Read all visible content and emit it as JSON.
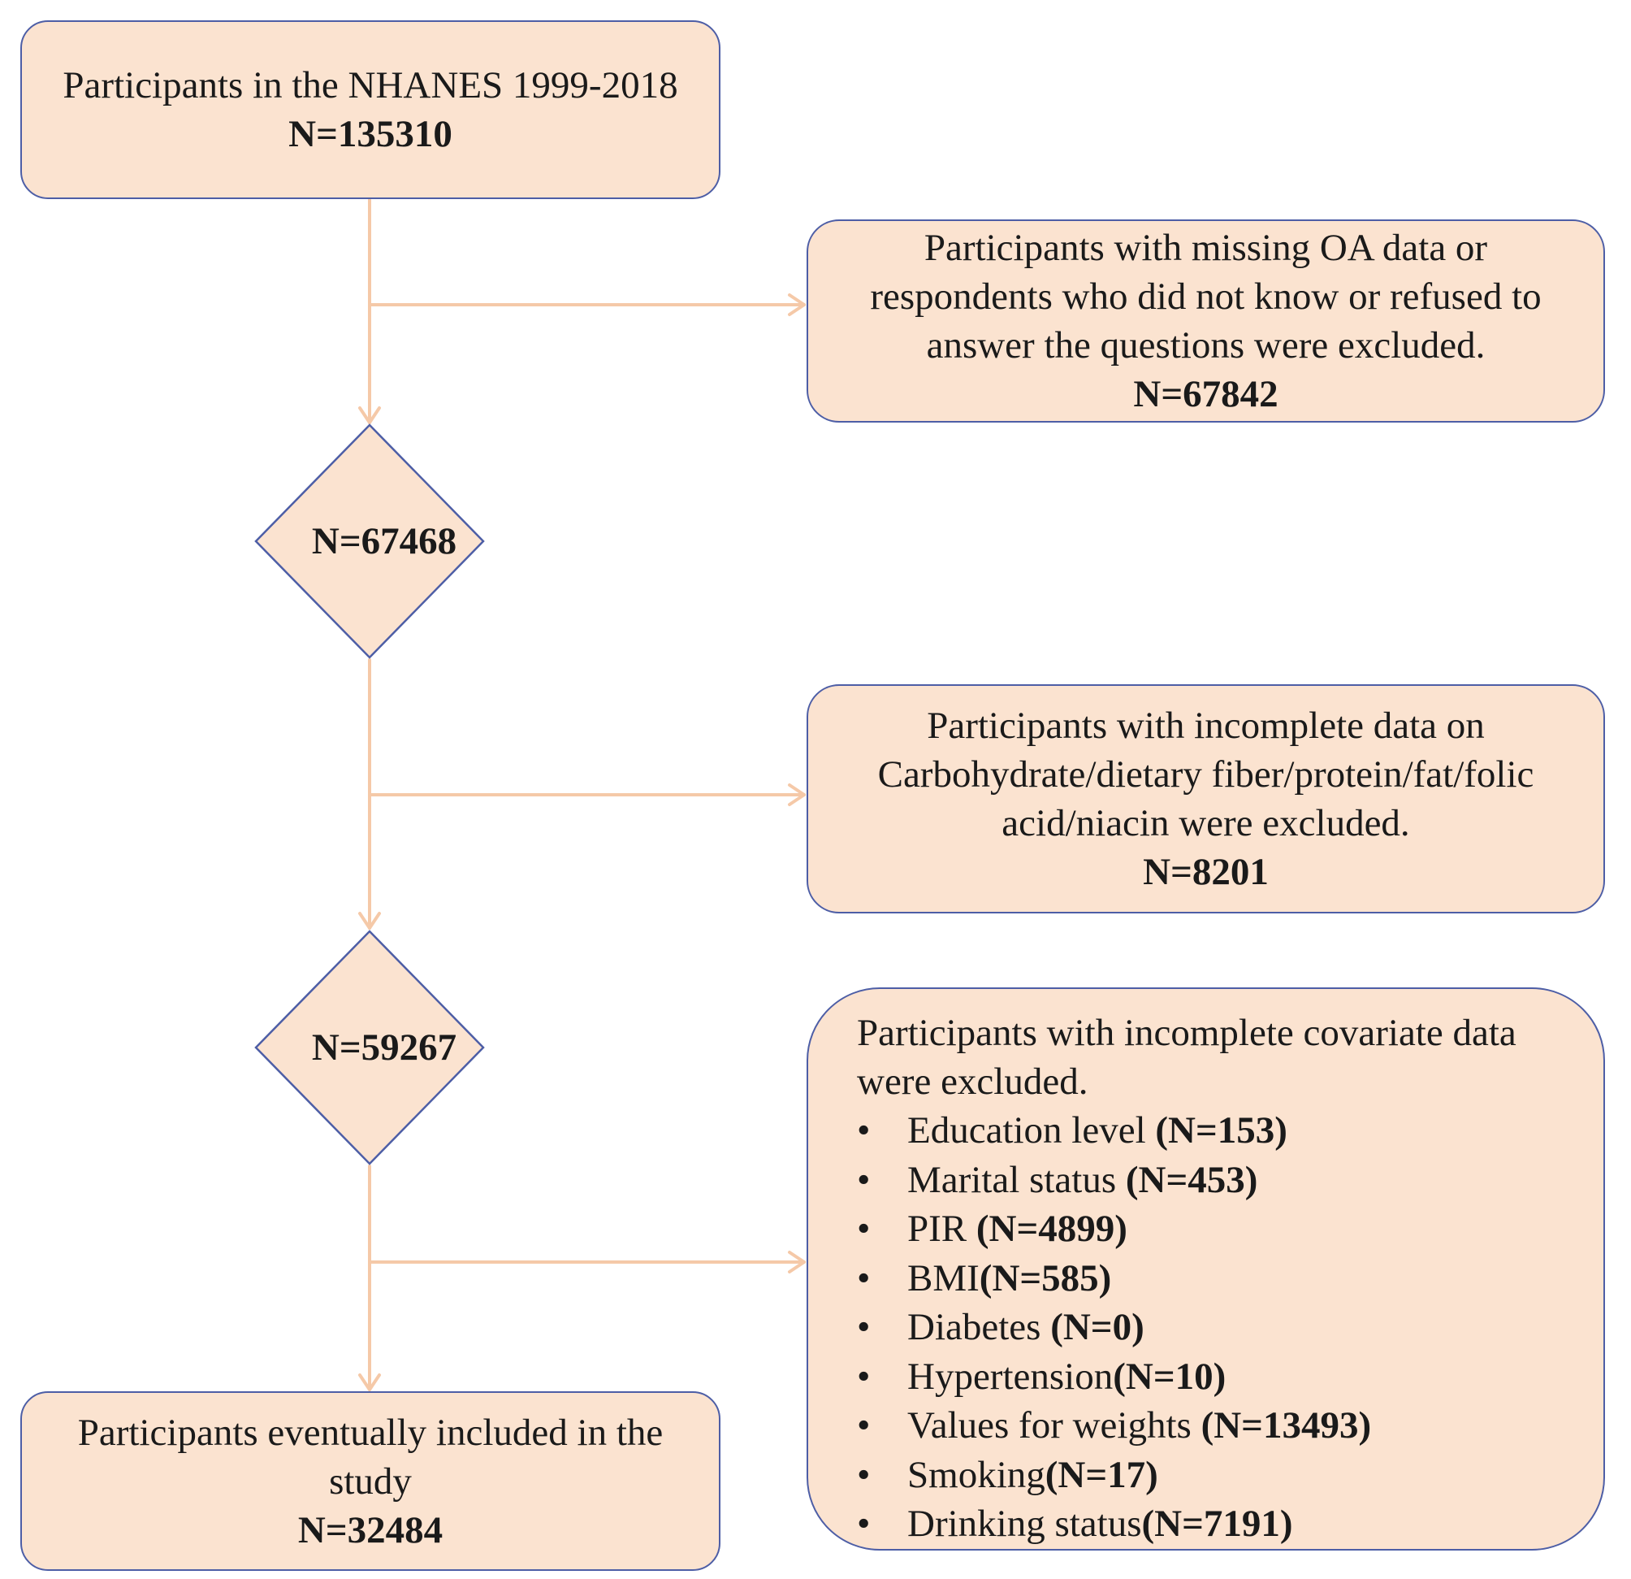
{
  "start_box": {
    "text": "Participants in the NHANES 1999-2018",
    "n": "N=135310"
  },
  "exclusion_1": {
    "lines": [
      "Participants with missing OA data or",
      "respondents who did not know or refused to",
      "answer the questions were excluded."
    ],
    "n": "N=67842"
  },
  "diamond_1": {
    "n": "N=67468"
  },
  "exclusion_2": {
    "lines": [
      "Participants with incomplete data on",
      "Carbohydrate/dietary fiber/protein/fat/folic",
      "acid/niacin were excluded."
    ],
    "n": "N=8201"
  },
  "diamond_2": {
    "n": "N=59267"
  },
  "exclusion_3": {
    "lines": [
      "Participants with incomplete covariate data",
      "were excluded."
    ],
    "bullet": "•",
    "items": [
      {
        "label": "Education level ",
        "count": "(N=153)"
      },
      {
        "label": "Marital status ",
        "count": "(N=453)"
      },
      {
        "label": "PIR ",
        "count": "(N=4899)"
      },
      {
        "label": "BMI",
        "count": "(N=585)"
      },
      {
        "label": "Diabetes ",
        "count": "(N=0)"
      },
      {
        "label": "Hypertension",
        "count": "(N=10)"
      },
      {
        "label": "Values for weights ",
        "count": "(N=13493)"
      },
      {
        "label": "Smoking",
        "count": "(N=17)"
      },
      {
        "label": "Drinking status",
        "count": "(N=7191)"
      }
    ]
  },
  "final_box": {
    "lines": [
      "Participants eventually included in the",
      "study"
    ],
    "n": "N=32484"
  },
  "colors": {
    "fill": "#fbe3d0",
    "border": "#4d5ea6",
    "connector": "#f5c9a8"
  }
}
